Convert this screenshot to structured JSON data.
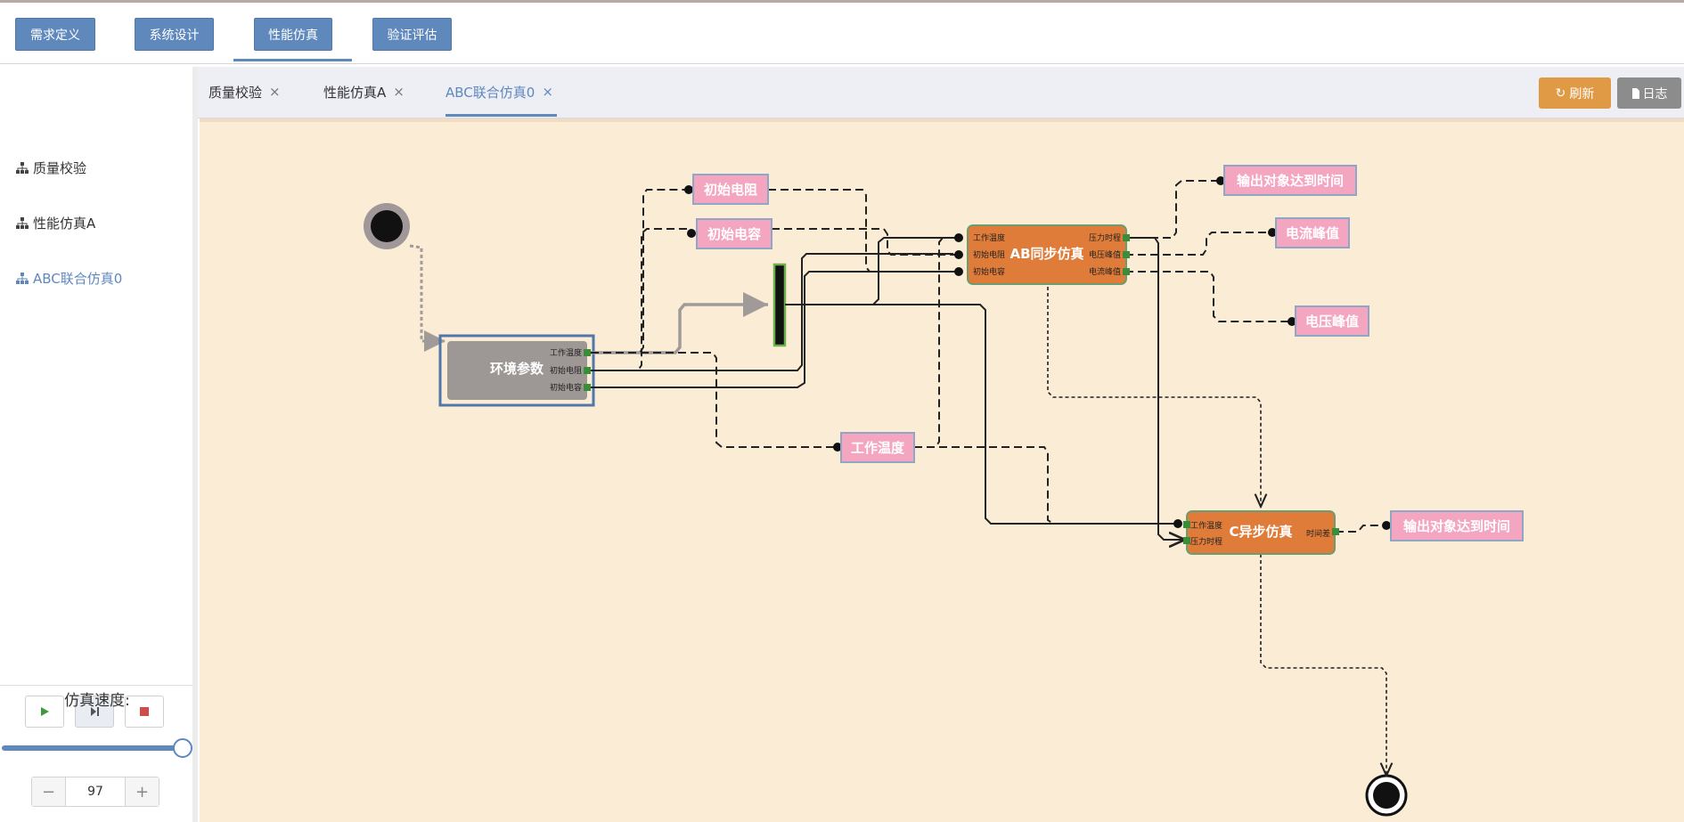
{
  "stages": [
    "需求定义",
    "系统设计",
    "性能仿真",
    "验证评估"
  ],
  "sidebar": {
    "items": [
      "质量校验",
      "性能仿真A",
      "ABC联合仿真0"
    ]
  },
  "tabs": [
    {
      "label": "质量校验"
    },
    {
      "label": "性能仿真A"
    },
    {
      "label": "ABC联合仿真0"
    }
  ],
  "tab_close": "×",
  "actions": {
    "refresh": "刷新",
    "log": "日志"
  },
  "controls": {
    "speed_label": "仿真速度:",
    "speed_value": "97",
    "speed_percent": 97,
    "minus": "−",
    "plus": "+"
  },
  "colors": {
    "accent": "#5f88bd",
    "refresh": "#e09a45",
    "log": "#8c8c8c",
    "canvas": "#fbecd6",
    "sim_block": "#e07c3a",
    "env_block": "#9d9795",
    "data_node": "#f4a5c0"
  },
  "diagram": {
    "env_block": {
      "label": "环境参数",
      "ports": [
        "工作温度",
        "初始电阻",
        "初始电容"
      ]
    },
    "ab_block": {
      "label": "AB同步仿真",
      "inputs": [
        "工作温度",
        "初始电阻",
        "初始电容"
      ],
      "outputs": [
        "压力时程",
        "电压峰值",
        "电流峰值"
      ]
    },
    "c_block": {
      "label": "C异步仿真",
      "inputs": [
        "工作温度",
        "压力时程"
      ],
      "outputs": [
        "时间差"
      ]
    },
    "nodes": {
      "init_resistance": "初始电阻",
      "init_capacitance": "初始电容",
      "work_temp": "工作温度",
      "out_time_1": "输出对象达到时间",
      "current_peak": "电流峰值",
      "voltage_peak": "电压峰值",
      "out_time_2": "输出对象达到时间"
    }
  }
}
